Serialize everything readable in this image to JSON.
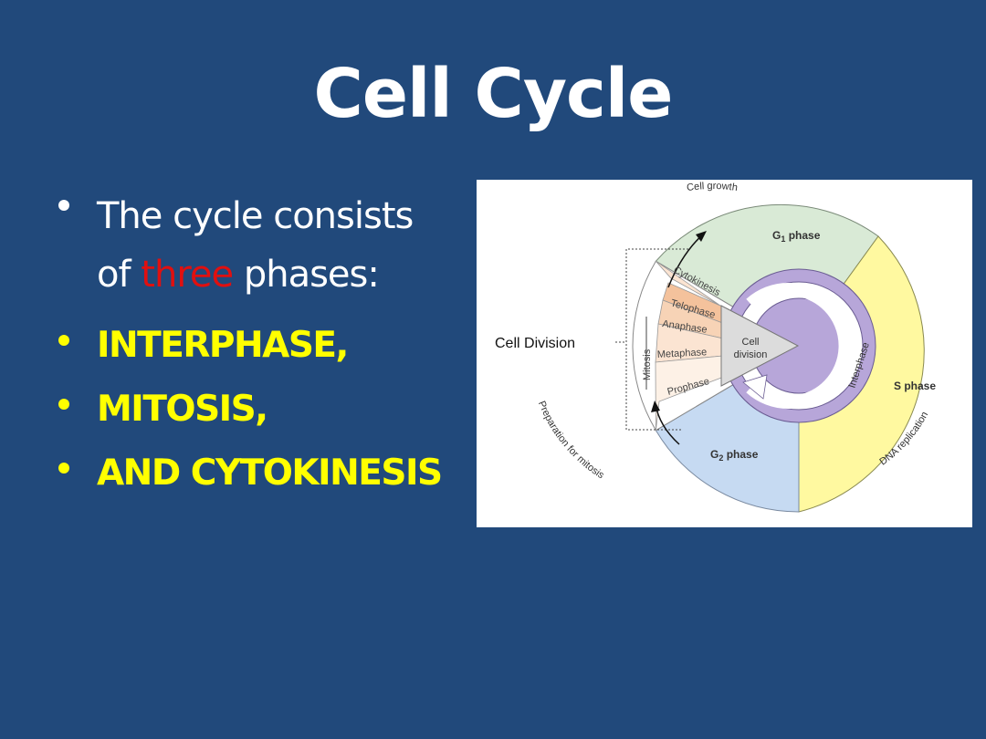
{
  "slide": {
    "title": "Cell Cycle",
    "bullets": {
      "intro_part1": "The cycle consists",
      "intro_part2": "of",
      "intro_highlight": "three",
      "intro_part3": "phases:",
      "item1": "INTERPHASE,",
      "item2": "MITOSIS,",
      "item3": "AND CYTOKINESIS"
    }
  },
  "diagram": {
    "cell_growth": "Cell growth",
    "g1_phase": "G",
    "g1_sub": "1",
    "g1_suffix": " phase",
    "s_phase": "S phase",
    "g2_phase": "G",
    "g2_sub": "2",
    "g2_suffix": " phase",
    "dna_replication": "DNA replication",
    "preparation": "Preparation for mitosis",
    "interphase": "Interphase",
    "cell_division_center_1": "Cell",
    "cell_division_center_2": "division",
    "cell_division_label": "Cell Division",
    "mitosis": "Mitosis",
    "cytokinesis": "Cytokinesis",
    "telophase": "Telophase",
    "anaphase": "Anaphase",
    "metaphase": "Metaphase",
    "prophase": "Prophase"
  },
  "colors": {
    "background": "#21497b",
    "highlight_red": "#e01010",
    "phase_yellow": "#ffff00",
    "g1_green": "#d9ead6",
    "s_yellow": "#fff9a0",
    "g2_blue": "#c6daf2",
    "mitosis_orange": "#f4c29c",
    "interphase_purple": "#b7a6d9"
  }
}
